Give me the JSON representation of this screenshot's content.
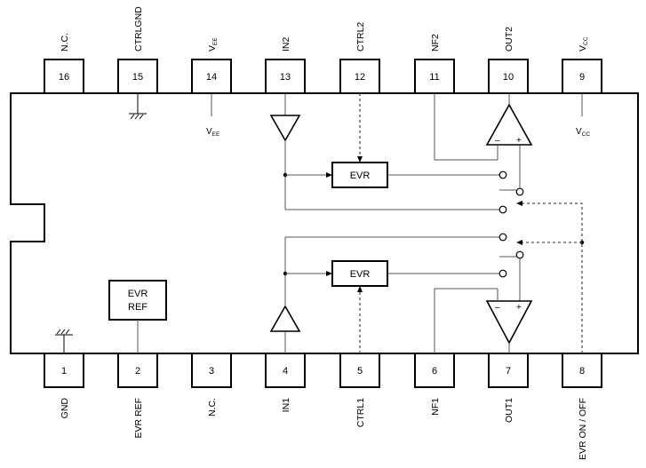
{
  "top_pins": [
    {
      "number": "16",
      "label": "N.C."
    },
    {
      "number": "15",
      "label": "CTRLGND"
    },
    {
      "number": "14",
      "label": "V",
      "sub": "EE"
    },
    {
      "number": "13",
      "label": "IN2"
    },
    {
      "number": "12",
      "label": "CTRL2"
    },
    {
      "number": "11",
      "label": "NF2"
    },
    {
      "number": "10",
      "label": "OUT2"
    },
    {
      "number": "9",
      "label": "V",
      "sub": "CC"
    }
  ],
  "bottom_pins": [
    {
      "number": "1",
      "label": "GND"
    },
    {
      "number": "2",
      "label": "EVR REF"
    },
    {
      "number": "3",
      "label": "N.C."
    },
    {
      "number": "4",
      "label": "IN1"
    },
    {
      "number": "5",
      "label": "CTRL1"
    },
    {
      "number": "6",
      "label": "NF1"
    },
    {
      "number": "7",
      "label": "OUT1"
    },
    {
      "number": "8",
      "label": "EVR ON / OFF"
    }
  ],
  "internal": {
    "evr_top_label": "EVR",
    "evr_bottom_label": "EVR",
    "evr_ref_line1": "EVR",
    "evr_ref_line2": "REF",
    "vee_main": "V",
    "vee_sub": "EE",
    "vcc_main": "V",
    "vcc_sub": "CC",
    "amp_top_minus": "–",
    "amp_top_plus": "+",
    "amp_bottom_minus": "–",
    "amp_bottom_plus": "+"
  }
}
